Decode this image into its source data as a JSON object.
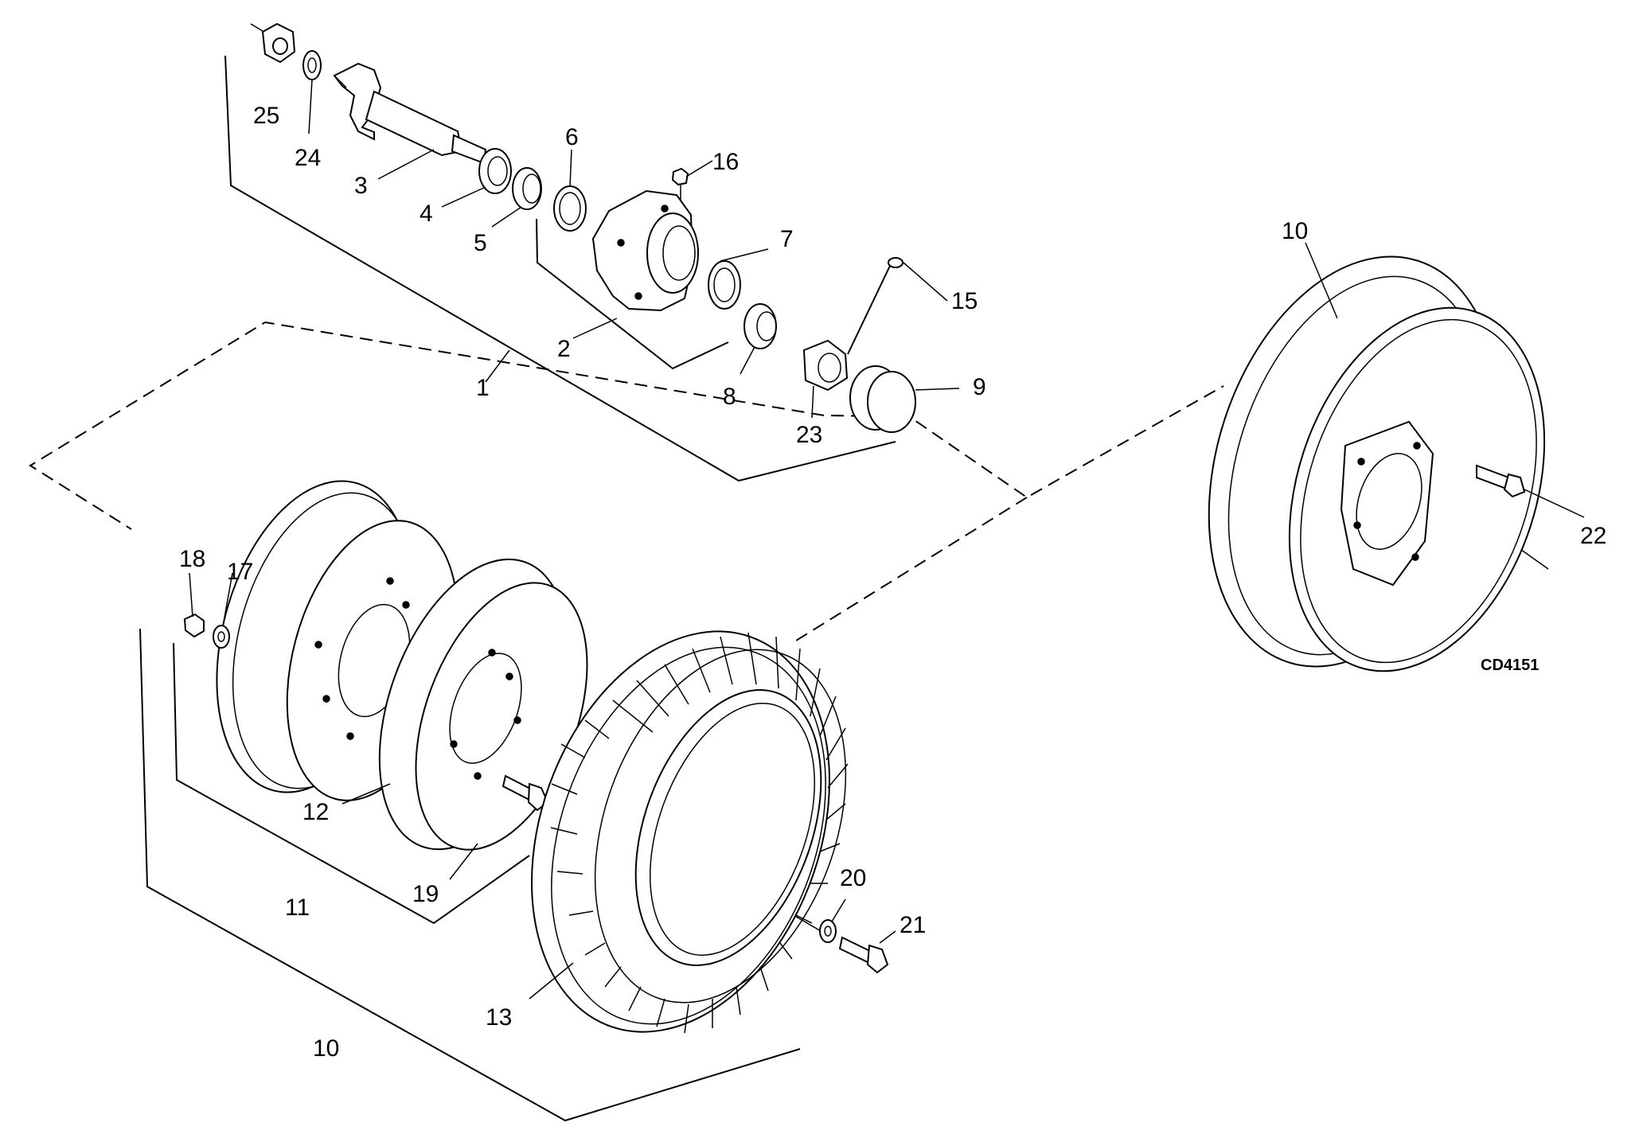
{
  "callouts": {
    "c1": "1",
    "c2": "2",
    "c3": "3",
    "c4": "4",
    "c5": "5",
    "c6": "6",
    "c7": "7",
    "c8": "8",
    "c9": "9",
    "c10_right": "10",
    "c10_bottom": "10",
    "c11": "11",
    "c12": "12",
    "c13": "13",
    "c15": "15",
    "c16": "16",
    "c17": "17",
    "c18": "18",
    "c19": "19",
    "c20": "20",
    "c21": "21",
    "c22": "22",
    "c23": "23",
    "c24": "24",
    "c25": "25"
  },
  "figure_code": "CD4151"
}
